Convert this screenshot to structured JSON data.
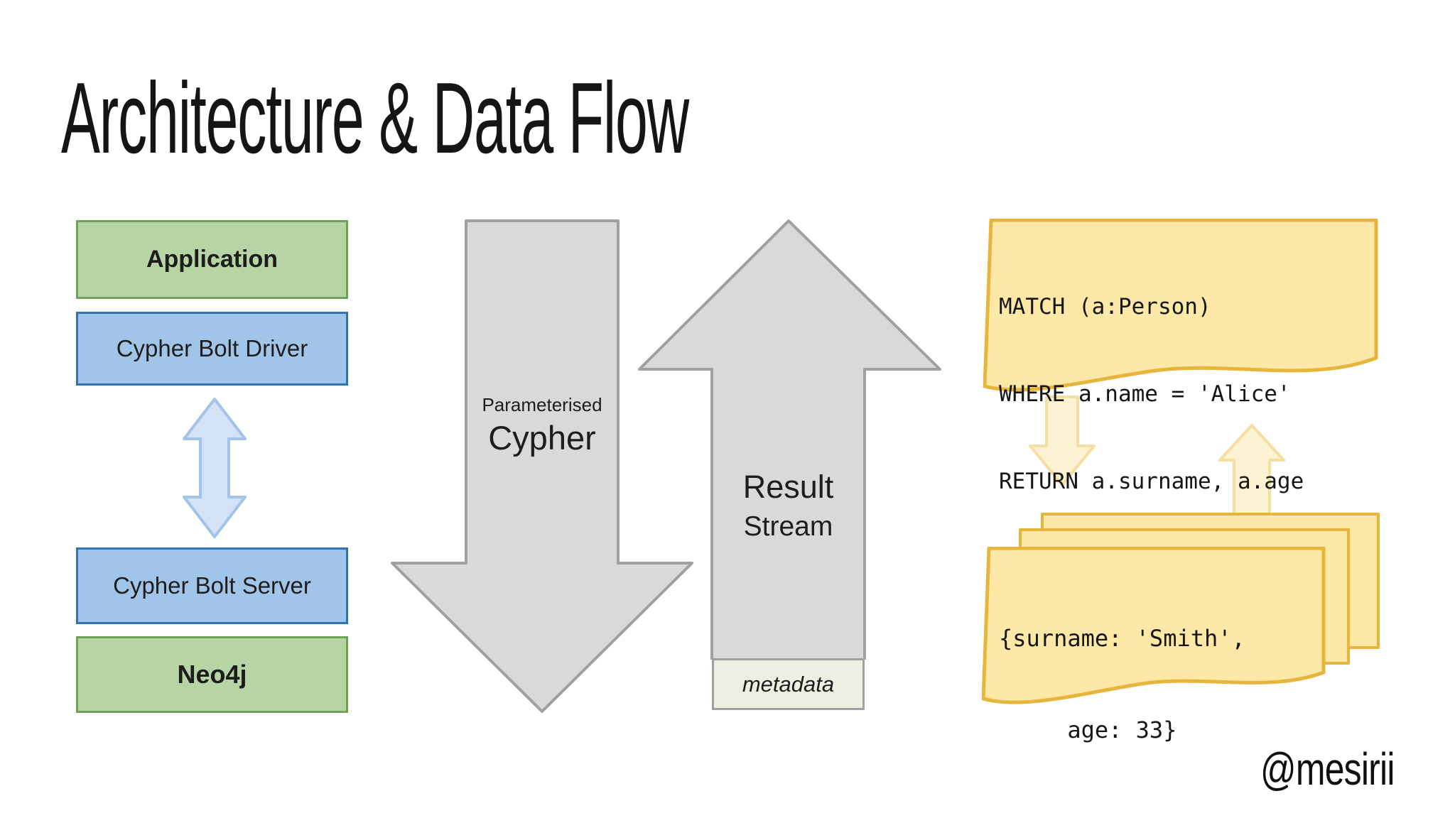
{
  "slide": {
    "title": "Architecture & Data Flow",
    "author_handle": "@mesirii"
  },
  "left_stack": {
    "application_label": "Application",
    "cypher_bolt_driver_label": "Cypher Bolt Driver",
    "cypher_bolt_server_label": "Cypher Bolt Server",
    "neo4j_label": "Neo4j"
  },
  "flow": {
    "down_arrow": {
      "label_small": "Parameterised",
      "label_large": "Cypher"
    },
    "up_arrow": {
      "label_line1": "Result",
      "label_line2": "Stream"
    },
    "metadata_label": "metadata"
  },
  "query_document": {
    "code_lines": [
      "MATCH (a:Person)",
      "WHERE a.name = 'Alice'",
      "RETURN a.surname, a.age"
    ]
  },
  "result_documents": {
    "code_lines": [
      "{surname: 'Smith',",
      "     age: 33}"
    ]
  },
  "colors": {
    "green_fill": "#b7d4a4",
    "green_border": "#6fa356",
    "blue_fill": "#a1c5e8",
    "blue_border": "#2e74b5",
    "lightblue_fill": "#d3e2f5",
    "lightblue_border": "#a4c3e8",
    "gray_fill": "#d9d9d9",
    "gray_border": "#a0a0a0",
    "beige_fill": "#efeee2",
    "yellow_fill": "#fde8a7",
    "yellow_border": "#e7b53c",
    "paleyellow_fill": "#fdf2d2",
    "paleyellow_border": "#f4dfa0",
    "text": "#1d1d1d"
  }
}
